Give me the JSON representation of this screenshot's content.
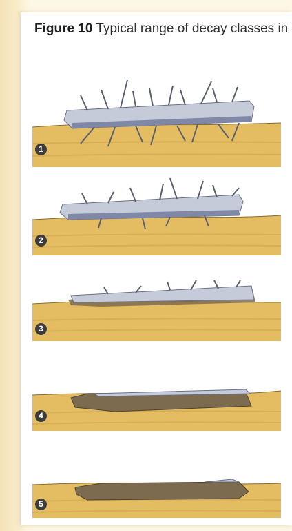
{
  "caption": {
    "label": "Figure 10",
    "text": "Typical range of decay classes in fallen deadwood."
  },
  "panels": [
    {
      "number": "1"
    },
    {
      "number": "2"
    },
    {
      "number": "3"
    },
    {
      "number": "4"
    },
    {
      "number": "5"
    }
  ],
  "colors": {
    "soil": "#e4bd63",
    "soil_dark": "#c99a3a",
    "log_fresh": "#c5cbd9",
    "log_shadow": "#7f88a6",
    "log_decayed": "#7d6b4f",
    "badge": "#3c3c3c"
  }
}
